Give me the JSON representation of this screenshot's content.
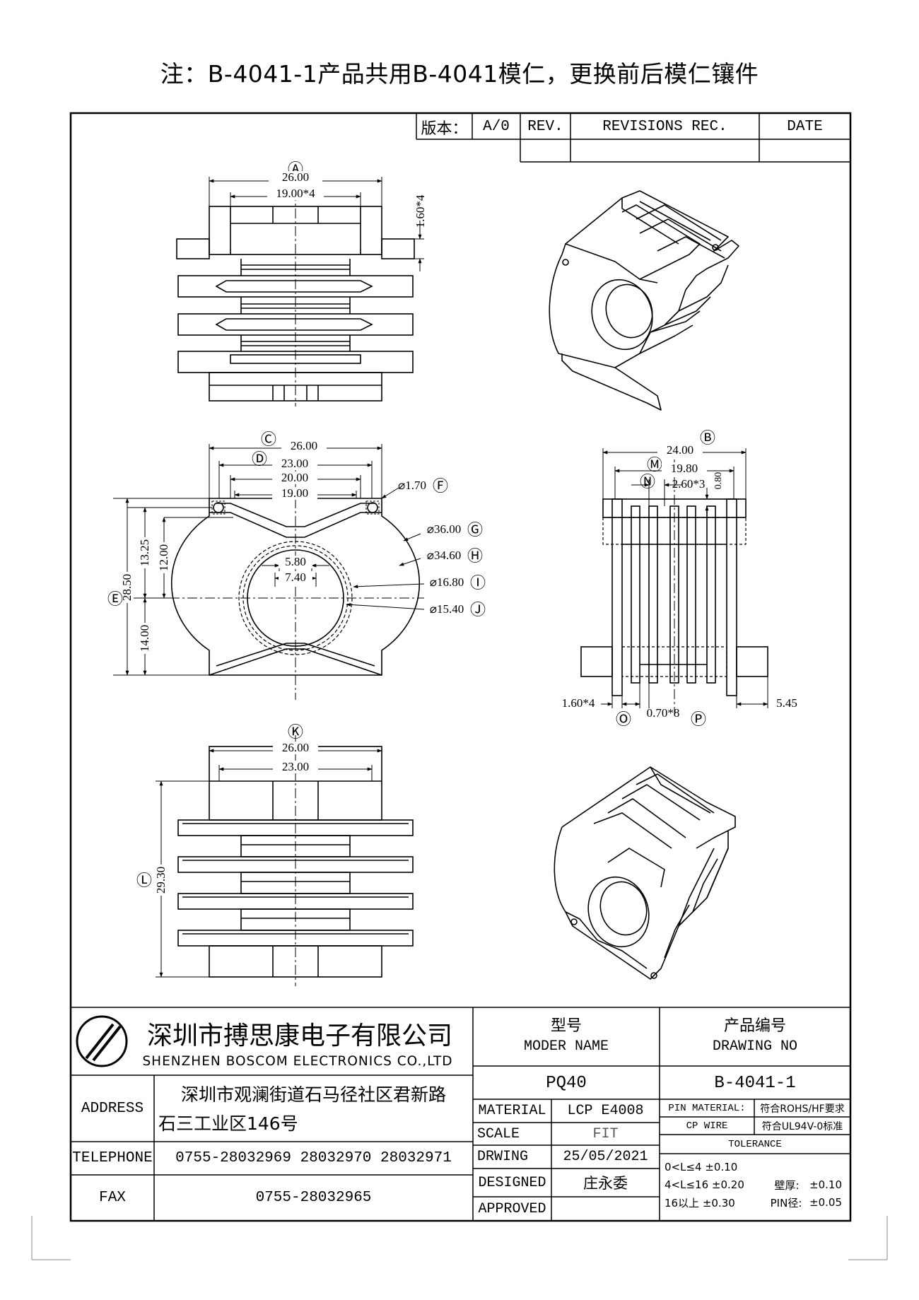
{
  "note": "注：B-4041-1产品共用B-4041模仁，更换前后模仁镶件",
  "revision_table": {
    "version_label": "版本：",
    "version_value": "A/0",
    "rev": "REV.",
    "revisions_rec": "REVISIONS REC.",
    "date": "DATE"
  },
  "view_a": {
    "balloon": "Ⓐ",
    "dims": [
      "26.00",
      "19.00*4",
      "1.60*4"
    ]
  },
  "view_c": {
    "balloons": [
      "Ⓒ",
      "Ⓓ",
      "Ⓔ",
      "Ⓕ",
      "Ⓖ",
      "Ⓗ",
      "Ⓘ",
      "Ⓙ"
    ],
    "dims": [
      "26.00",
      "23.00",
      "20.00",
      "19.00",
      "⌀1.70",
      "⌀36.00",
      "⌀34.60",
      "⌀16.80",
      "⌀15.40",
      "5.80",
      "7.40",
      "13.25",
      "12.00",
      "28.50",
      "14.00"
    ]
  },
  "view_b": {
    "balloons": [
      "Ⓑ",
      "Ⓜ",
      "Ⓝ",
      "Ⓞ",
      "Ⓟ"
    ],
    "dims": [
      "24.00",
      "19.80",
      "2.60*3",
      "0.80",
      "1.60*4",
      "0.70*8",
      "5.45"
    ]
  },
  "view_k": {
    "balloons": [
      "Ⓚ",
      "Ⓛ"
    ],
    "dims": [
      "26.00",
      "23.00",
      "29.30"
    ]
  },
  "title_block": {
    "company_cn": "深圳市搏思康电子有限公司",
    "company_en": "SHENZHEN BOSCOM ELECTRONICS CO.,LTD",
    "model_label_cn": "型号",
    "model_label_en": "MODER NAME",
    "model_value": "PQ40",
    "drawing_label_cn": "产品编号",
    "drawing_label_en": "DRAWING NO",
    "drawing_value": "B-4041-1",
    "address_label": "ADDRESS",
    "address_line1": "深圳市观澜街道石马径社区君新路",
    "address_line2": "石三工业区146号",
    "telephone_label": "TELEPHONE",
    "telephone_value": "0755-28032969 28032970 28032971",
    "fax_label": "FAX",
    "fax_value": "0755-28032965",
    "material_label": "MATERIAL",
    "material_value": "LCP E4008",
    "scale_label": "SCALE",
    "scale_value": "FIT",
    "drawing_date_label": "DRWING",
    "drawing_date_value": "25/05/2021",
    "designed_label": "DESIGNED",
    "designed_value": "庄永委",
    "approved_label": "APPROVED",
    "pin_material_label": "PIN MATERIAL:",
    "cp_wire": "CP WIRE",
    "rohs": "符合ROHS/HF要求",
    "ul": "符合UL94V-0标准",
    "tolerance_label": "TOLERANCE",
    "tol_1": "0<L≤4 ±0.10",
    "tol_2": "4<L≤16 ±0.20",
    "tol_3": "16以上   ±0.30",
    "wall_label": "壁厚:",
    "wall_value": "±0.10",
    "pin_label": "PIN径:",
    "pin_value": "±0.05"
  }
}
